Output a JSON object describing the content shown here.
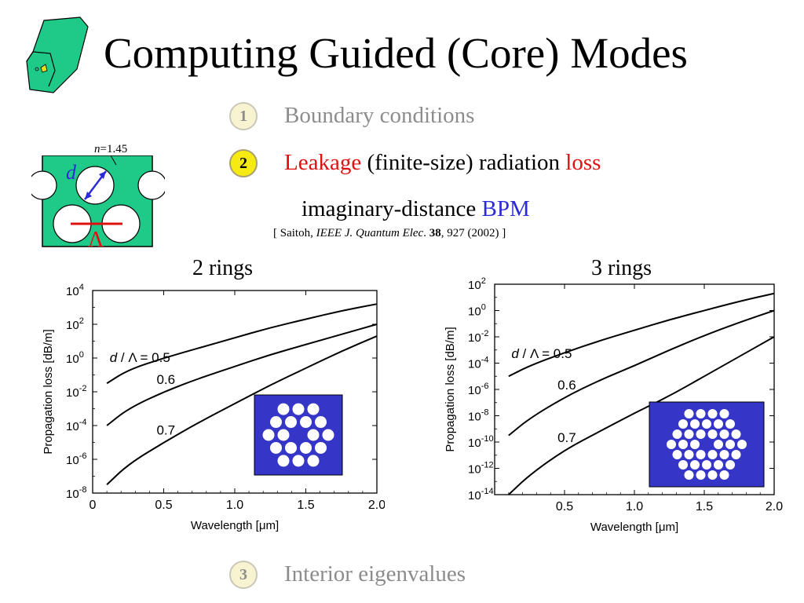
{
  "slide": {
    "title": "Computing Guided (Core) Modes"
  },
  "steps": [
    {
      "number": "1",
      "text": "Boundary conditions"
    },
    {
      "number": "2",
      "parts": [
        "Leakage",
        " (finite-size) radiation ",
        "loss"
      ]
    },
    {
      "number": "3",
      "text": "Interior eigenvalues"
    }
  ],
  "method": {
    "prefix": "imaginary-distance ",
    "highlight": "BPM"
  },
  "citation": {
    "open": "[ Saitoh, ",
    "journal": "IEEE J. Quantum Elec",
    "dot": ". ",
    "volume": "38",
    "rest": ", 927 (2002) ]"
  },
  "diagram": {
    "index_label_n": "n",
    "index_label_value": "=1.45",
    "d_label": "d",
    "lambda_label": "Λ",
    "colors": {
      "fiber": "#1fc987",
      "arrow": "#2b2bd8",
      "pitch": "#e01010"
    }
  },
  "chart_data": [
    {
      "type": "line",
      "panel_label": "2 rings",
      "xlabel": "Wavelength [μm]",
      "ylabel": "Propagation loss [dB/m]",
      "xlim": [
        0,
        2.0
      ],
      "xticks": [
        "0",
        "0.5",
        "1.0",
        "1.5",
        "2.0"
      ],
      "ylim_exponent": [
        -8,
        4
      ],
      "yticks_exponent": [
        -8,
        -6,
        -4,
        -2,
        0,
        2,
        4
      ],
      "yscale": "log",
      "x": [
        0.1,
        0.25,
        0.5,
        0.75,
        1.0,
        1.25,
        1.5,
        1.75,
        2.0
      ],
      "series": [
        {
          "name": "d/Λ = 0.5",
          "log10_values": [
            -1.5,
            -0.7,
            0.0,
            0.6,
            1.2,
            1.8,
            2.3,
            2.8,
            3.2
          ]
        },
        {
          "name": "0.6",
          "log10_values": [
            -4.0,
            -3.0,
            -2.0,
            -1.2,
            -0.5,
            0.2,
            0.8,
            1.4,
            2.0
          ]
        },
        {
          "name": "0.7",
          "log10_values": [
            -7.5,
            -6.3,
            -5.0,
            -3.8,
            -2.7,
            -1.6,
            -0.6,
            0.4,
            1.3
          ]
        }
      ],
      "label_d": "d",
      "label_lambda": "Λ",
      "label_eq": " = 0.5",
      "inset_rings": 2
    },
    {
      "type": "line",
      "panel_label": "3 rings",
      "xlabel": "Wavelength [μm]",
      "ylabel": "Propagation loss [dB/m]",
      "xlim": [
        0,
        2.0
      ],
      "xticks": [
        "0.5",
        "1.0",
        "1.5",
        "2.0"
      ],
      "ylim_exponent": [
        -14,
        2
      ],
      "yticks_exponent": [
        -14,
        -12,
        -10,
        -8,
        -6,
        -4,
        -2,
        0,
        2
      ],
      "yscale": "log",
      "x": [
        0.1,
        0.25,
        0.5,
        0.75,
        1.0,
        1.25,
        1.5,
        1.75,
        2.0
      ],
      "series": [
        {
          "name": "d/Λ = 0.5",
          "log10_values": [
            -5.0,
            -4.2,
            -3.2,
            -2.3,
            -1.5,
            -0.7,
            0.0,
            0.7,
            1.3
          ]
        },
        {
          "name": "0.6",
          "log10_values": [
            -9.5,
            -8.2,
            -6.6,
            -5.3,
            -4.2,
            -3.0,
            -1.9,
            -0.9,
            0.0
          ]
        },
        {
          "name": "0.7",
          "log10_values": [
            -14.0,
            -12.5,
            -10.6,
            -9.2,
            -7.8,
            -6.5,
            -5.0,
            -3.5,
            -2.0
          ]
        }
      ],
      "label_d": "d",
      "label_lambda": "Λ",
      "label_eq": " = 0.5",
      "inset_rings": 3
    }
  ]
}
